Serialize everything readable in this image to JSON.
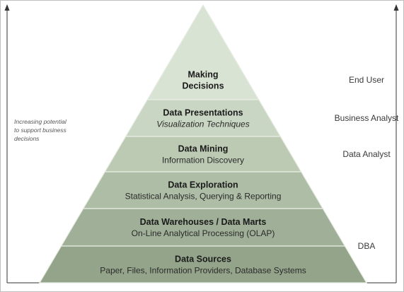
{
  "pyramid": {
    "levels": [
      {
        "title_lines": [
          "Making",
          "Decisions"
        ],
        "subtitle": "",
        "subtitle_italic": false,
        "color": "#d9e3d4"
      },
      {
        "title_lines": [
          "Data Presentations"
        ],
        "subtitle": "Visualization Techniques",
        "subtitle_italic": true,
        "color": "#cad6c4"
      },
      {
        "title_lines": [
          "Data Mining"
        ],
        "subtitle": "Information Discovery",
        "subtitle_italic": false,
        "color": "#bccab4"
      },
      {
        "title_lines": [
          "Data Exploration"
        ],
        "subtitle": "Statistical Analysis, Querying & Reporting",
        "subtitle_italic": false,
        "color": "#aebda6"
      },
      {
        "title_lines": [
          "Data Warehouses / Data Marts"
        ],
        "subtitle": "On-Line Analytical Processing (OLAP)",
        "subtitle_italic": false,
        "color": "#a0b098"
      },
      {
        "title_lines": [
          "Data Sources"
        ],
        "subtitle": "Paper, Files, Information Providers, Database Systems",
        "subtitle_italic": false,
        "color": "#94a48b"
      }
    ]
  },
  "roles": [
    {
      "label": "End User",
      "level": 0
    },
    {
      "label": "Business Analyst",
      "level": 1
    },
    {
      "label": "Data Analyst",
      "level": 2
    },
    {
      "label": "DBA",
      "level": 4.5
    }
  ],
  "side_note": {
    "lines": [
      "Increasing potential",
      "to support business",
      "decisions"
    ]
  },
  "colors": {
    "axis": "#333333",
    "separator": "#e8ede4",
    "border": "#8a8a8a"
  }
}
